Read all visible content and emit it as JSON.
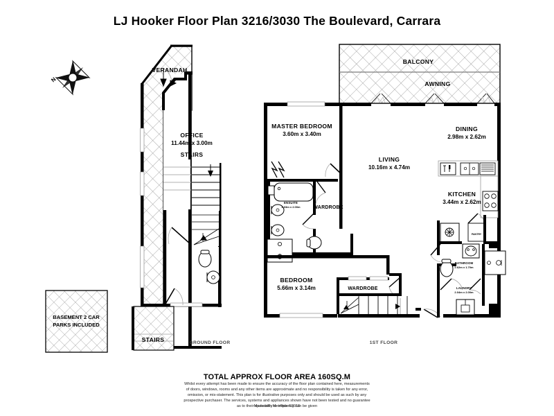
{
  "title": "LJ Hooker Floor Plan 3216/3030 The Boulevard, Carrara",
  "compass": {
    "north_label": "N",
    "icon": "compass-rose-icon"
  },
  "ground_floor": {
    "floor_label": "GROUND FLOOR",
    "rooms": [
      {
        "name": "VERANDAH",
        "dims": ""
      },
      {
        "name": "OFFICE",
        "dims": "11.44m x 3.00m"
      },
      {
        "name": "STAIRS",
        "dims": ""
      },
      {
        "name": "STAIRS",
        "dims": ""
      }
    ],
    "verandah_label": "VERANDAH",
    "office_label": "OFFICE",
    "office_dims": "11.44m x 3.00m",
    "stairs_upper_label": "STAIRS",
    "stairs_lower_label": "STAIRS"
  },
  "first_floor": {
    "floor_label": "1ST FLOOR",
    "balcony_label": "BALCONY",
    "awning_label": "AWNING",
    "master_bedroom_label": "MASTER BEDROOM",
    "master_bedroom_dims": "3.60m x 3.40m",
    "living_label": "LIVING",
    "living_dims": "10.16m x 4.74m",
    "dining_label": "DINING",
    "dining_dims": "2.98m x 2.62m",
    "kitchen_label": "KITCHEN",
    "kitchen_dims": "3.44m x 2.62m",
    "pantry_label": "PANTRY",
    "ensuite_label": "ENSUITE",
    "ensuite_dims": "3.03m x 2.00m",
    "wardrobe_upper_label": "WARDROBE",
    "wardrobe_lower_label": "WARDROBE",
    "bedroom_label": "BEDROOM",
    "bedroom_dims": "5.66m x 3.14m",
    "bathroom_label": "BATHROOM",
    "bathroom_dims": "2.62m x 1.70m",
    "laundry_label": "LAUNDRY",
    "laundry_dims": "2.04m x 2.00m"
  },
  "basement": {
    "line1": "BASEMENT 2 CAR",
    "line2": "PARKS INCLUDED"
  },
  "footer": {
    "total_area": "TOTAL APPROX FLOOR AREA 160SQ.M",
    "disclaimer_l1": "Whilst every attempt has been made to ensure the accuracy of the floor plan contained here, measurements",
    "disclaimer_l2": "of doors, windows, rooms and any other items are approximate and no responsibility is taken for any error,",
    "disclaimer_l3": "omission, or mis-statement. This plan is for illustrative purposes only and should be used as such by any",
    "disclaimer_l4": "prospective purchaser. The services, systems and appliances shown have not been tested and no guarantee",
    "disclaimer_l5": "as to their operability or efficiency can be given",
    "made_with": "Made with Metropix ©2015"
  },
  "colors": {
    "wall": "#000000",
    "background": "#ffffff",
    "hatch": "#9a9a9a",
    "thin": "#6b6b6b",
    "floor_label": "#444444"
  }
}
